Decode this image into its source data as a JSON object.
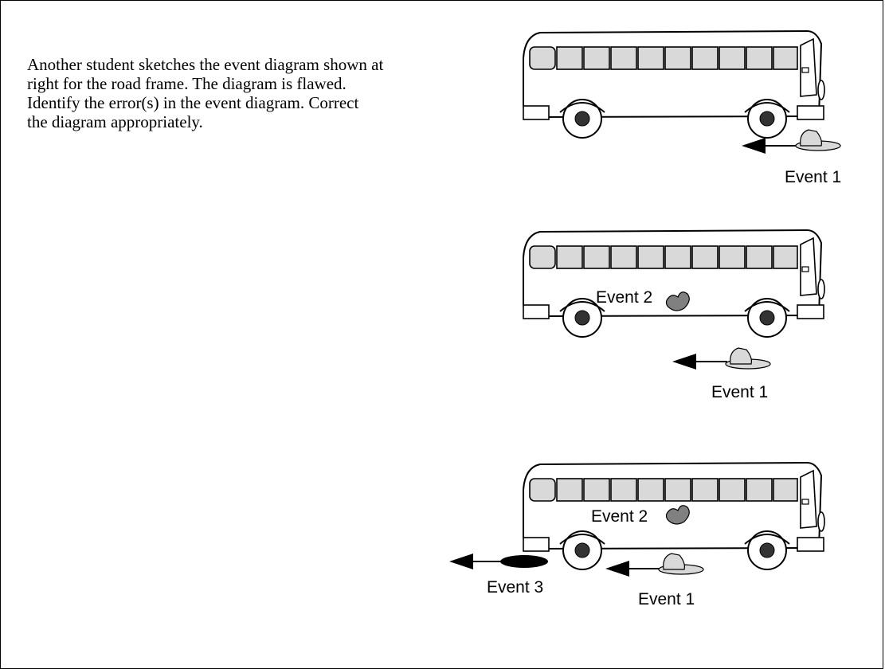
{
  "prompt": {
    "lines": [
      "Another student sketches the event diagram shown at",
      "right for the road frame.  The diagram is flawed.",
      "Identify the error(s) in the event diagram.  Correct",
      "the diagram appropriately."
    ]
  },
  "diagram": {
    "panel_1": {
      "event_1_label": "Event 1"
    },
    "panel_2": {
      "event_1_label": "Event 1",
      "event_2_label": "Event 2"
    },
    "panel_3": {
      "event_1_label": "Event 1",
      "event_2_label": "Event 2",
      "event_3_label": "Event 3"
    }
  },
  "colors": {
    "line": "#000000",
    "window_fill": "#d9d9d9",
    "hat_fill": "#d9d9d9",
    "glove_fill": "#808080",
    "wheel_hub": "#333333",
    "event3_fill": "#000000"
  }
}
